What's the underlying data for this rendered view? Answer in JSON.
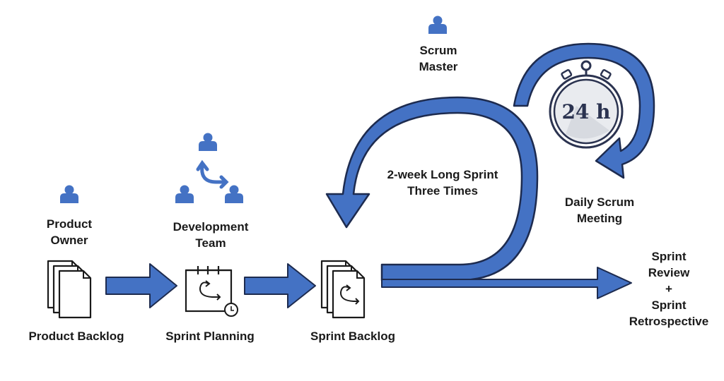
{
  "colors": {
    "arrow_fill": "#4472C4",
    "arrow_outline": "#1d2b4f",
    "person": "#4472C4",
    "ink": "#1a1a1a",
    "timer_text": "#2b3350"
  },
  "roles": {
    "product_owner": [
      "Product",
      "Owner"
    ],
    "development_team": [
      "Development",
      "Team"
    ],
    "scrum_master": [
      "Scrum",
      "Master"
    ]
  },
  "artifacts": {
    "product_backlog": "Product Backlog",
    "sprint_planning": "Sprint Planning",
    "sprint_backlog": "Sprint Backlog"
  },
  "sprint_loop": [
    "2-week Long Sprint",
    "Three Times"
  ],
  "daily_scrum": [
    "Daily Scrum",
    "Meeting"
  ],
  "timer_label": "24 h",
  "outcome": [
    "Sprint",
    "Review",
    "+",
    "Sprint",
    "Retrospective"
  ],
  "icons": {
    "person": "person-icon",
    "document_stack": "document-stack-icon",
    "calendar_cycle": "calendar-cycle-icon",
    "stopwatch": "stopwatch-icon",
    "cycle_arrows": "cycle-arrows-icon"
  }
}
